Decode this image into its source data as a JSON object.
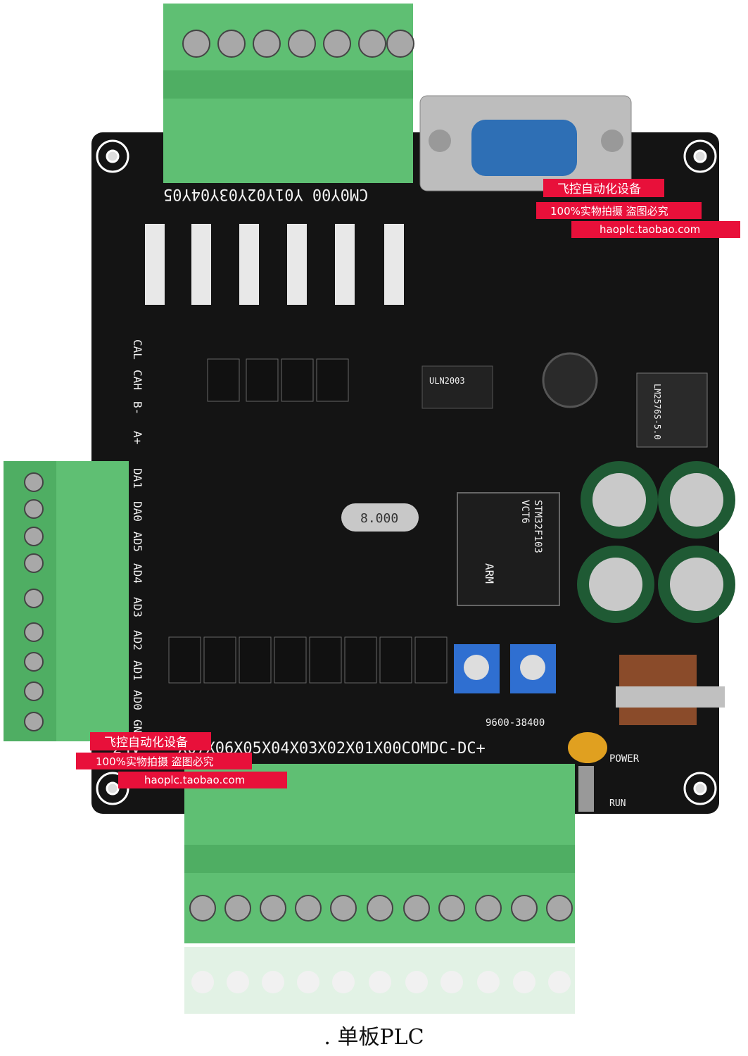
{
  "caption": ". 单板PLC",
  "board": {
    "top_outputs": "CM0Y00 Y01Y02Y03Y04Y05",
    "bottom_inputs": "24V ·· X07X06X05X04X03X02X01X00COMDC-DC+",
    "left_labels": [
      "CAL",
      "CAH",
      "B-",
      "A+",
      "DA1",
      "DA0",
      "AD5",
      "AD4",
      "AD3",
      "AD2",
      "AD1",
      "AD0",
      "GND"
    ],
    "baud": "9600-38400",
    "mcu_text": [
      "STM32F103",
      "VCT6",
      "ARM"
    ],
    "crystal": "8.000",
    "chip_uln": "ULN2003",
    "regulator": "LM2576S-5.0",
    "power_label": "POWER",
    "run_label": "RUN"
  },
  "watermark": {
    "line1": "飞控自动化设备",
    "line2": "100%实物拍摄 盗图必究",
    "line3": "haoplc.taobao.com"
  },
  "colors": {
    "pcb": "#141414",
    "terminal": "#5fbf73",
    "watermark": "#e8103a",
    "capacitor": "#1f5a34"
  }
}
